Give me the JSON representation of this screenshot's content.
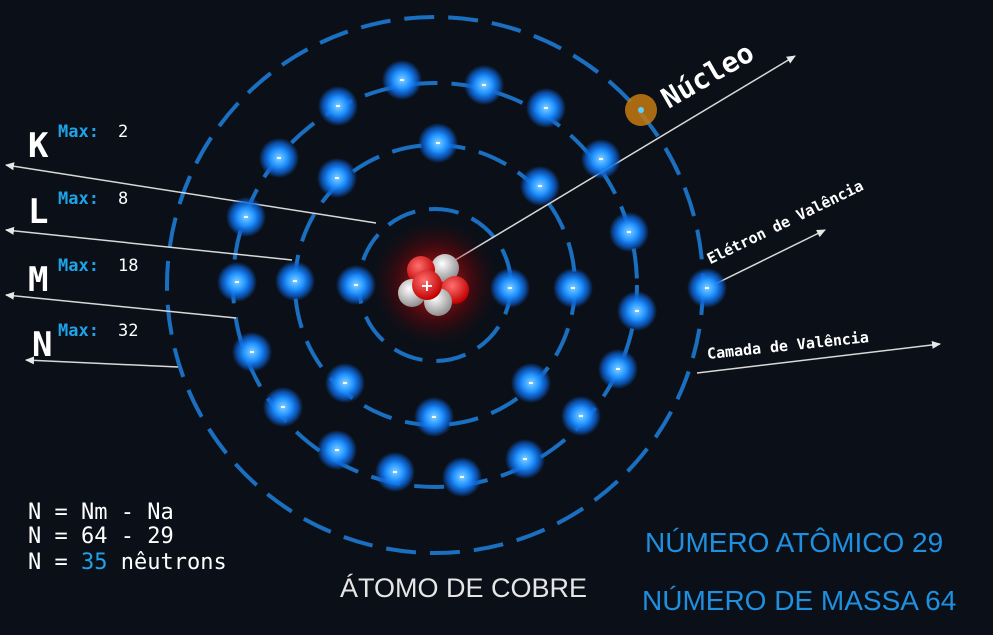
{
  "shells": [
    {
      "letter": "K",
      "max_label": "Max:",
      "max_value": "2"
    },
    {
      "letter": "L",
      "max_label": "Max:",
      "max_value": "8"
    },
    {
      "letter": "M",
      "max_label": "Max:",
      "max_value": "18"
    },
    {
      "letter": "N",
      "max_label": "Max:",
      "max_value": "32"
    }
  ],
  "labels": {
    "nucleus": "Núcleo",
    "valence_electron": "Elétron de Valência",
    "valence_shell": "Camada de Valência"
  },
  "electron_sign": "-",
  "proton_sign": "+",
  "formula": {
    "line1": "N = Nm - Na",
    "line2": "N = 64 - 29",
    "line3_prefix": "N = ",
    "line3_value": "35",
    "line3_suffix": " nêutrons"
  },
  "title": "ÁTOMO DE COBRE",
  "atomic_number": "NÚMERO ATÔMICO 29",
  "mass_number": "NÚMERO DE MASSA 64",
  "colors": {
    "background": "#0b1018",
    "electron": "#1e90ff",
    "orbit": "#1a6fc0",
    "accent": "#1fa3e8",
    "nucleus_red": "#e02020",
    "nucleus_grey": "#c8c8c8",
    "valence_marker": "#c57a10"
  }
}
